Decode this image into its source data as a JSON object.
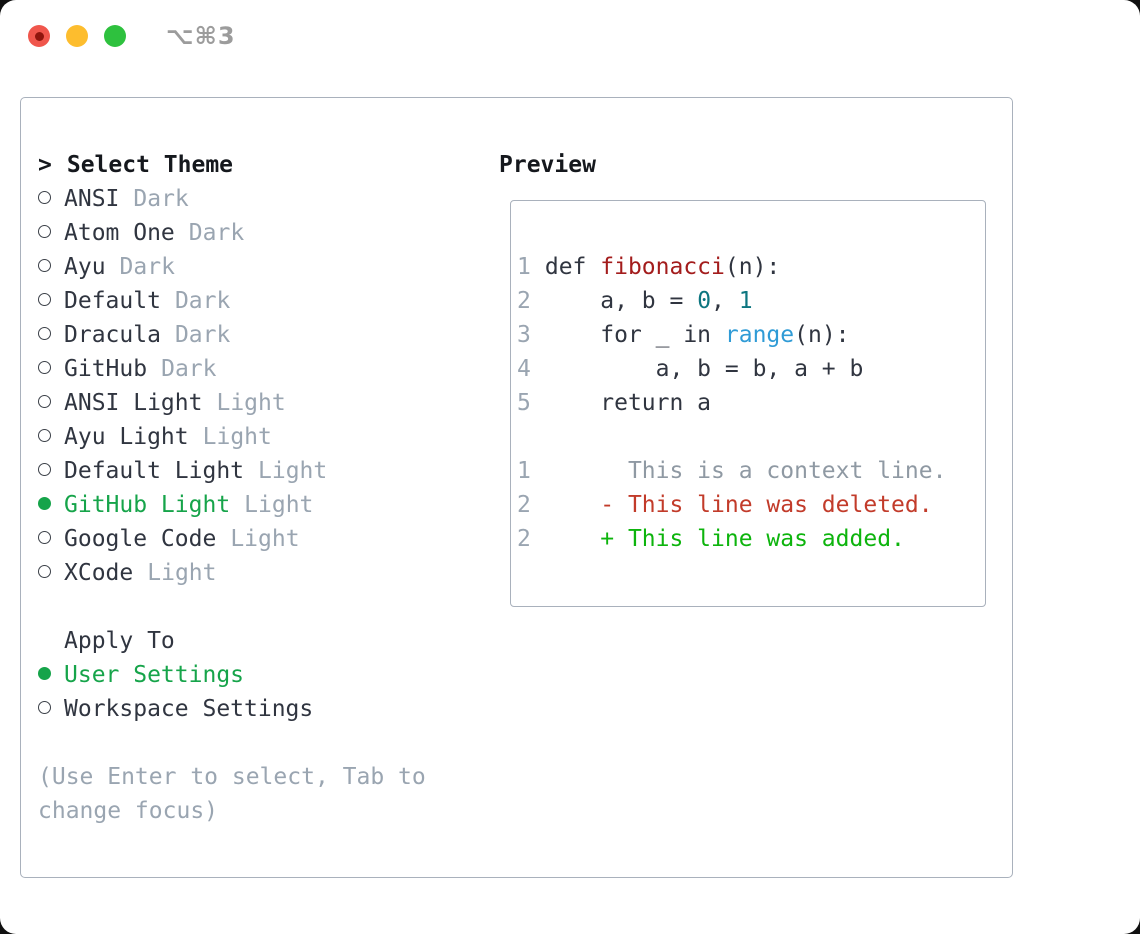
{
  "window": {
    "title": "⌥⌘3"
  },
  "palette": {
    "ink": "#303540",
    "muted": "#9aa5b1",
    "green": "#16a44a",
    "added": "#0db40d",
    "deleted": "#c23b2a",
    "func": "#a31c1c",
    "number": "#0d7680",
    "builtin": "#2f9bd6",
    "linenum": "#9aa5b1",
    "context": "#8f99a3",
    "border": "#a9b1bc",
    "titlebar_text": "#9c9c9c",
    "traffic_red": "#f0564c",
    "traffic_red_dot": "#8f150d",
    "traffic_yellow": "#fdbd2e",
    "traffic_green": "#2ec13e",
    "page_bg": "#101010",
    "window_bg": "#ffffff",
    "heading_ink": "#15181d",
    "circle_stroke": "#3c4149"
  },
  "left": {
    "cursor": ">",
    "title": "Select Theme",
    "themes": [
      {
        "name": "ANSI",
        "variant": "Dark",
        "selected": false
      },
      {
        "name": "Atom One",
        "variant": "Dark",
        "selected": false
      },
      {
        "name": "Ayu",
        "variant": "Dark",
        "selected": false
      },
      {
        "name": "Default",
        "variant": "Dark",
        "selected": false
      },
      {
        "name": "Dracula",
        "variant": "Dark",
        "selected": false
      },
      {
        "name": "GitHub",
        "variant": "Dark",
        "selected": false
      },
      {
        "name": "ANSI Light",
        "variant": "Light",
        "selected": false
      },
      {
        "name": "Ayu Light",
        "variant": "Light",
        "selected": false
      },
      {
        "name": "Default Light",
        "variant": "Light",
        "selected": false
      },
      {
        "name": "GitHub Light",
        "variant": "Light",
        "selected": true
      },
      {
        "name": "Google Code",
        "variant": "Light",
        "selected": false
      },
      {
        "name": "XCode",
        "variant": "Light",
        "selected": false
      }
    ],
    "apply_to": {
      "title": "Apply To",
      "options": [
        {
          "label": "User Settings",
          "selected": true
        },
        {
          "label": "Workspace Settings",
          "selected": false
        }
      ]
    },
    "hint_lines": [
      "(Use Enter to select, Tab to",
      "change focus)"
    ]
  },
  "preview": {
    "title": "Preview",
    "code_lines": [
      {
        "num": "1",
        "tokens": [
          {
            "t": "def ",
            "c": "text"
          },
          {
            "t": "fibonacci",
            "c": "func"
          },
          {
            "t": "(n):",
            "c": "text"
          }
        ]
      },
      {
        "num": "2",
        "tokens": [
          {
            "t": "    a, b = ",
            "c": "text"
          },
          {
            "t": "0",
            "c": "number"
          },
          {
            "t": ", ",
            "c": "text"
          },
          {
            "t": "1",
            "c": "number"
          }
        ]
      },
      {
        "num": "3",
        "tokens": [
          {
            "t": "    for _ in ",
            "c": "text"
          },
          {
            "t": "range",
            "c": "builtin"
          },
          {
            "t": "(n):",
            "c": "text"
          }
        ]
      },
      {
        "num": "4",
        "tokens": [
          {
            "t": "        a, b = b, a + b",
            "c": "text"
          }
        ]
      },
      {
        "num": "5",
        "tokens": [
          {
            "t": "    return a",
            "c": "text"
          }
        ]
      }
    ],
    "diff_lines": [
      {
        "num": "1",
        "tokens": [
          {
            "t": "      This is a context line.",
            "c": "context"
          }
        ]
      },
      {
        "num": "2",
        "tokens": [
          {
            "t": "    - This line was deleted.",
            "c": "deleted"
          }
        ]
      },
      {
        "num": "2",
        "tokens": [
          {
            "t": "    + This line was added.",
            "c": "added"
          }
        ]
      }
    ]
  }
}
